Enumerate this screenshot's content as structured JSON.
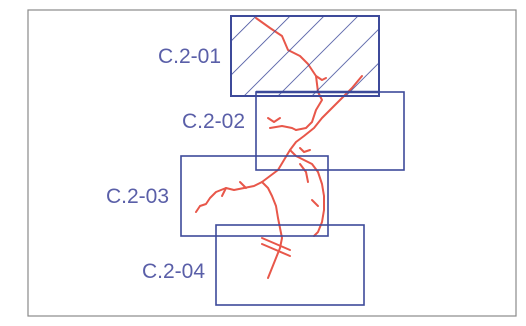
{
  "map_frame": {
    "border_color": "#8a8a8a",
    "background": "#ffffff"
  },
  "sheets": [
    {
      "id": "C.2-01",
      "label": "C.2-01",
      "hatched": true
    },
    {
      "id": "C.2-02",
      "label": "C.2-02",
      "hatched": false
    },
    {
      "id": "C.2-03",
      "label": "C.2-03",
      "hatched": false
    },
    {
      "id": "C.2-04",
      "label": "C.2-04",
      "hatched": false
    }
  ],
  "colors": {
    "sheet_outline": "#3d4a9a",
    "label_text": "#5a5fa8",
    "route_line": "#e8574a"
  }
}
